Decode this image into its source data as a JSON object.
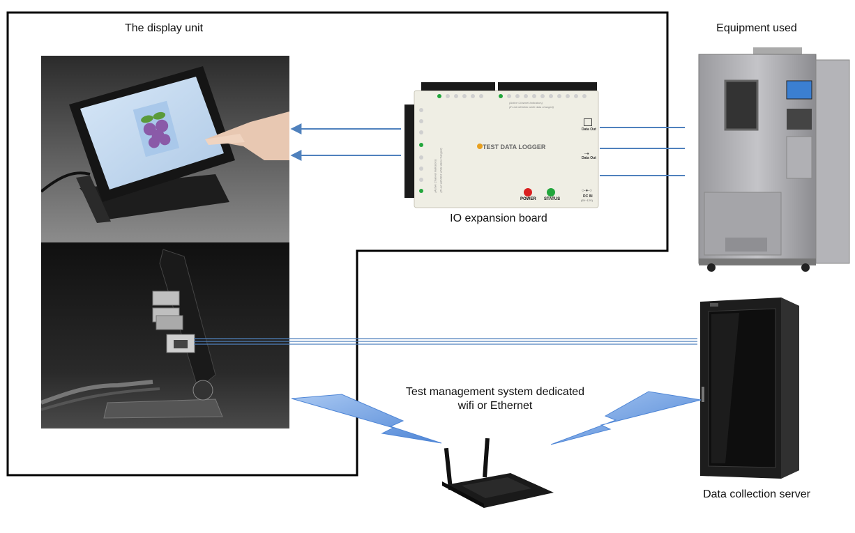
{
  "labels": {
    "display_unit": "The display unit",
    "equipment_used": "Equipment used",
    "io_board": "IO expansion board",
    "network_line1": "Test management system dedicated",
    "network_line2": "wifi or Ethernet",
    "server": "Data collection server"
  },
  "board": {
    "title": "TEST DATA LOGGER",
    "indicator_title": "(Active Channel Indicators)",
    "indicator_note": "(if Led will blink while data changed)",
    "side_title": "(Active Channel Indicators)",
    "side_note": "(if Led will blink while data changed)",
    "data_out_1": "Data Out",
    "data_out_2": "Data Out",
    "power": "POWER",
    "status": "STATUS",
    "dc_in": "DC IN",
    "dc_range": "(6V~12V)"
  },
  "colors": {
    "arrow": "#4f81bd",
    "bolt_light": "#a9c8f2",
    "bolt_dark": "#4f86d6",
    "frame": "#000000",
    "board_bg": "#efeee4",
    "led_green": "#22a63c",
    "led_red": "#d92020"
  }
}
